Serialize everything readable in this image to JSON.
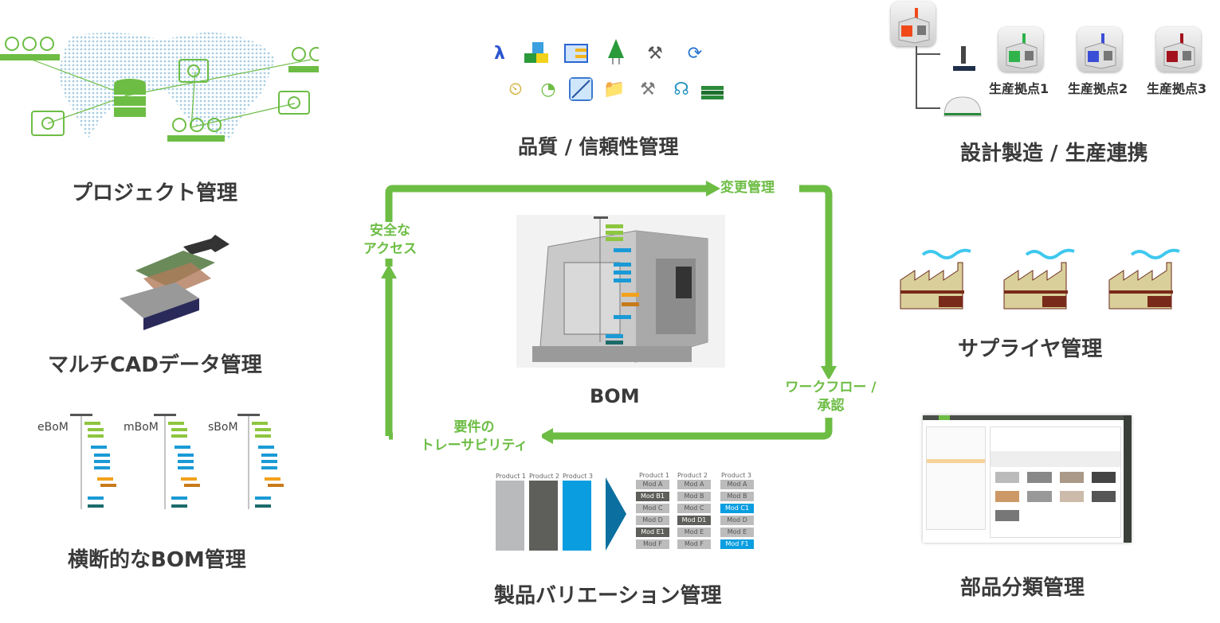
{
  "center": {
    "bom_label": "BOM"
  },
  "cycle": {
    "top_right": "変更管理",
    "right_bottom": [
      "ワークフロー /",
      "承認"
    ],
    "bottom_left": [
      "要件の",
      "トレーサビリティ"
    ],
    "left_top": [
      "安全な",
      "アクセス"
    ]
  },
  "sections": {
    "project": "プロジェクト管理",
    "multicad": "マルチCADデータ管理",
    "cross_bom": "横断的なBOM管理",
    "quality": "品質 / 信頼性管理",
    "variation": "製品バリエーション管理",
    "design_mfg": "設計製造 / 生産連携",
    "supplier": "サプライヤ管理",
    "parts": "部品分類管理"
  },
  "bom_types": [
    "eBoM",
    "mBoM",
    "sBoM"
  ],
  "production_sites": [
    "生産拠点1",
    "生産拠点2",
    "生産拠点3"
  ],
  "site_colors": [
    "#2fb34a",
    "#3b4fd6",
    "#a3121c"
  ],
  "variation": {
    "products": [
      "Product 1",
      "Product 2",
      "Product 3"
    ],
    "product_colors": [
      "#b9babc",
      "#5e5f5b",
      "#0a9ee0"
    ],
    "modules": [
      [
        "Mod A",
        "Mod B1",
        "Mod C",
        "Mod D",
        "Mod E1",
        "Mod F"
      ],
      [
        "Mod A",
        "Mod B",
        "Mod C",
        "Mod D1",
        "Mod E",
        "Mod F"
      ],
      [
        "Mod A",
        "Mod B",
        "Mod C1",
        "Mod D",
        "Mod E",
        "Mod F1"
      ]
    ]
  },
  "quality_icons": [
    "lambda-icon",
    "blocks-icon",
    "table-icon",
    "plug-icon",
    "tools-icon",
    "cycle-icon",
    "clock-coins-icon",
    "timer-icon",
    "chart-line-icon",
    "folder-icon",
    "caliper-icon",
    "headset-icon",
    "books-icon"
  ],
  "colors": {
    "accent_green": "#6dbd45",
    "arrow_blue": "#0b6fa0"
  }
}
